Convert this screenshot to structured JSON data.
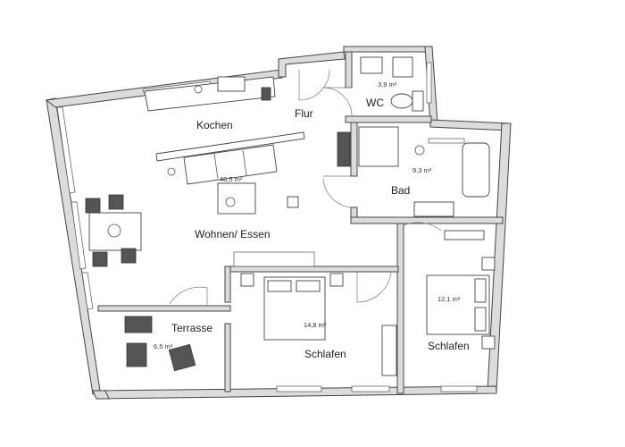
{
  "rooms": {
    "kochen": {
      "name": "Kochen"
    },
    "flur": {
      "name": "Flur"
    },
    "wc": {
      "name": "WC",
      "area": "3,9 m²"
    },
    "bad": {
      "name": "Bad",
      "area": "9,3 m²"
    },
    "wohnen": {
      "name": "Wohnen/ Essen",
      "area": "48,5 m²"
    },
    "terrasse": {
      "name": "Terrasse",
      "area": "6,5 m²"
    },
    "schlafen1": {
      "name": "Schlafen",
      "area": "14,8 m²"
    },
    "schlafen2": {
      "name": "Schlafen",
      "area": "12,1 m²"
    }
  },
  "colors": {
    "wall": "#dcdcdc",
    "line": "#444444",
    "background": "#ffffff"
  }
}
